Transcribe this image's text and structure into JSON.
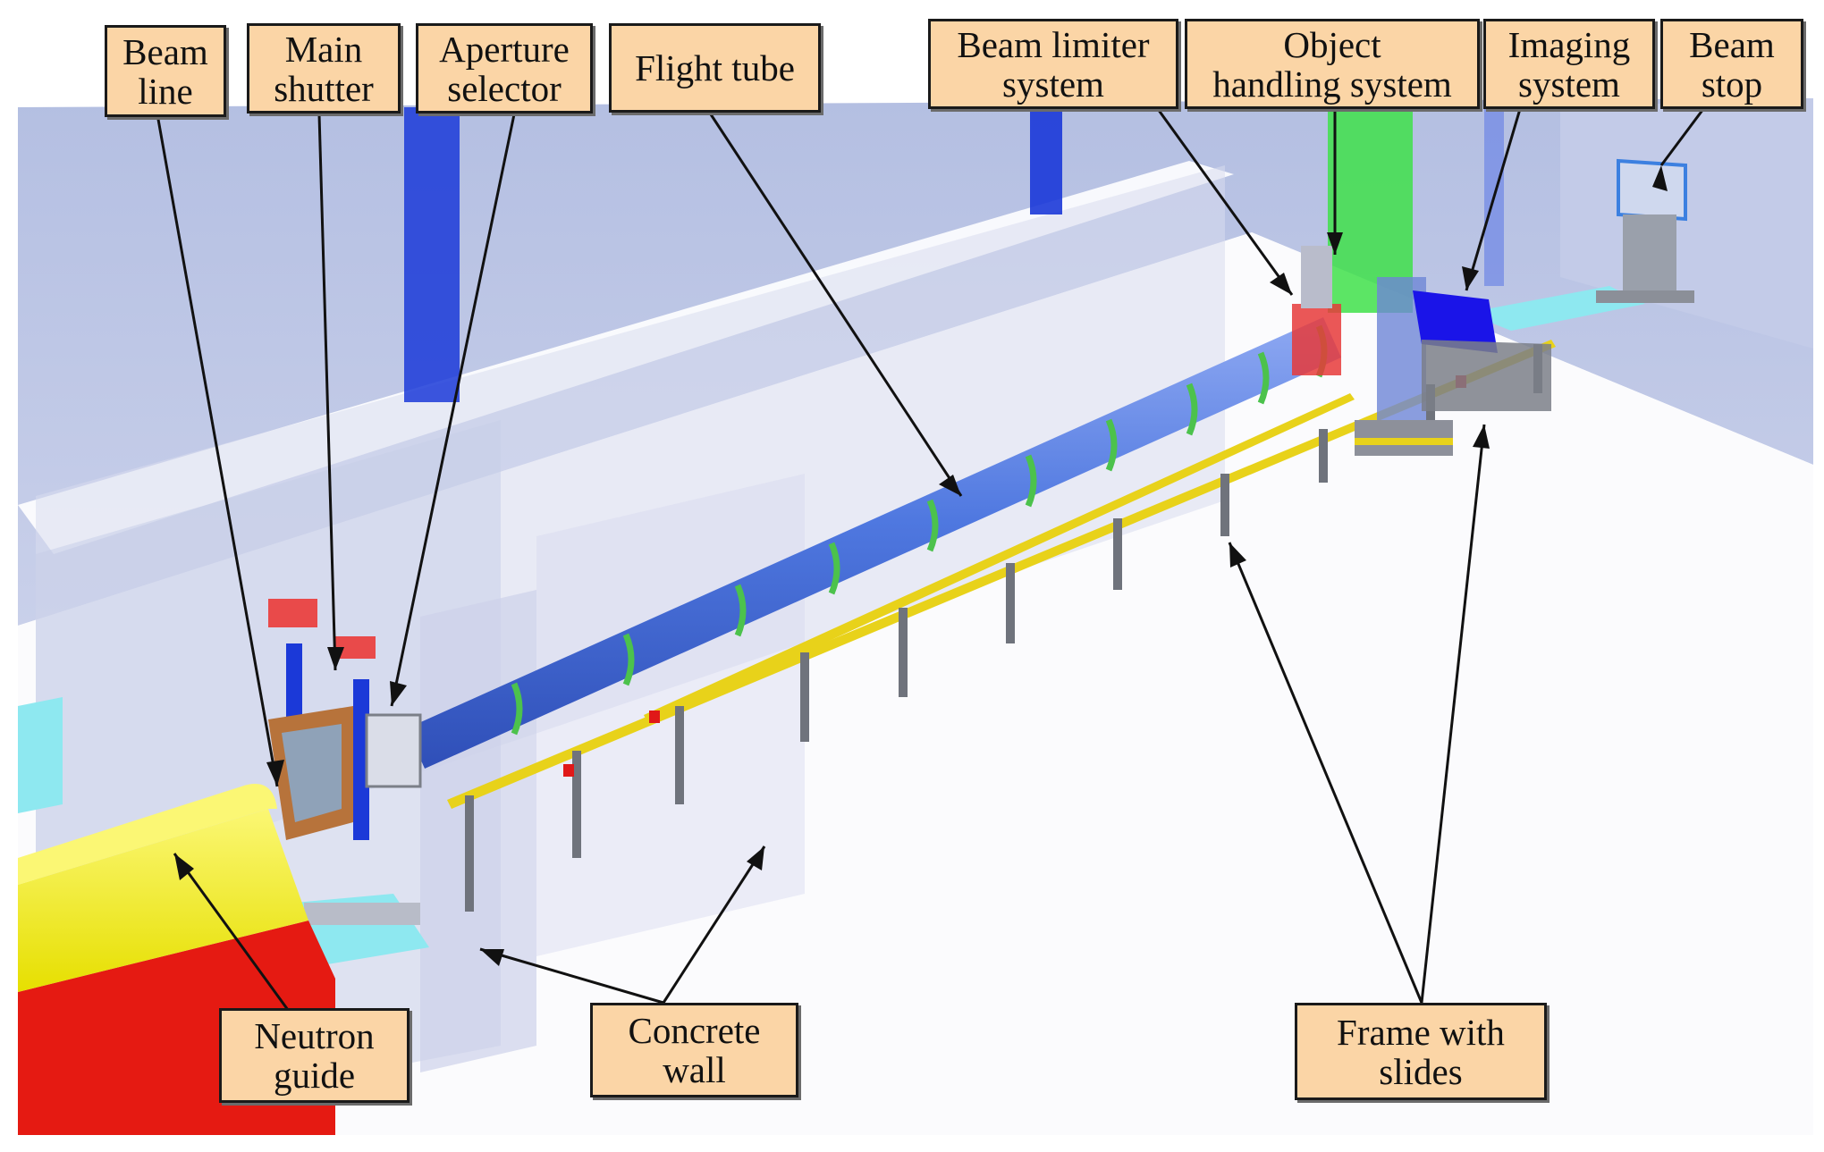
{
  "labels": {
    "beam_line": [
      "Beam",
      "line"
    ],
    "main_shutter": [
      "Main",
      "shutter"
    ],
    "aperture_selector": [
      "Aperture",
      "selector"
    ],
    "flight_tube": [
      "Flight tube"
    ],
    "beam_limiter": [
      "Beam limiter",
      "system"
    ],
    "object_handling": [
      "Object",
      "handling system"
    ],
    "imaging_system": [
      "Imaging",
      "system"
    ],
    "beam_stop": [
      "Beam",
      "stop"
    ],
    "neutron_guide": [
      "Neutron",
      "guide"
    ],
    "concrete_wall": [
      "Concrete",
      "wall"
    ],
    "frame_with_slides": [
      "Frame with",
      "slides"
    ]
  },
  "colors": {
    "callout_fill": "#fbd5a6",
    "flight_tube": "#4f78e0",
    "tube_rings": "#4cc24c",
    "neutron_guide_top": "#f3ee10",
    "neutron_guide_side": "#e51a12",
    "wall": "#b9c3e3",
    "shield_glass": "#cfd5ea",
    "floor_cyan": "#8ee8f0",
    "column_blue": "#1b39d8",
    "column_green": "#3fe04a",
    "frame_gray": "#7d8088",
    "rail_yellow": "#e8d21a"
  }
}
